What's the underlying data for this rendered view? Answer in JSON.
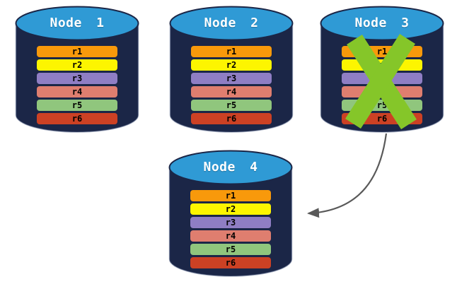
{
  "colors": {
    "cylinder_body": "#1B2647",
    "cylinder_top": "#2F9AD5",
    "x_mark": "#85C629",
    "arrow": "#595959"
  },
  "nodes": [
    {
      "label": "Node 1",
      "rows": [
        {
          "label": "r1",
          "color": "#F8990B"
        },
        {
          "label": "r2",
          "color": "#FDF500"
        },
        {
          "label": "r3",
          "color": "#8F7EC4"
        },
        {
          "label": "r4",
          "color": "#DF7E6F"
        },
        {
          "label": "r5",
          "color": "#90C67D"
        },
        {
          "label": "r6",
          "color": "#CC4124"
        }
      ]
    },
    {
      "label": "Node 2",
      "rows": [
        {
          "label": "r1",
          "color": "#F8990B"
        },
        {
          "label": "r2",
          "color": "#FDF500"
        },
        {
          "label": "r3",
          "color": "#8F7EC4"
        },
        {
          "label": "r4",
          "color": "#DF7E6F"
        },
        {
          "label": "r5",
          "color": "#90C67D"
        },
        {
          "label": "r6",
          "color": "#CC4124"
        }
      ]
    },
    {
      "label": "Node 3",
      "failed_x_mark": true,
      "rows": [
        {
          "label": "r1",
          "color": "#F8990B"
        },
        {
          "label": "r2",
          "color": "#FDF500"
        },
        {
          "label": "r3",
          "color": "#8F7EC4"
        },
        {
          "label": "r4",
          "color": "#DF7E6F"
        },
        {
          "label": "r5",
          "color": "#90C67D"
        },
        {
          "label": "r6",
          "color": "#CC4124"
        }
      ]
    },
    {
      "label": "Node 4",
      "rows": [
        {
          "label": "r1",
          "color": "#F8990B"
        },
        {
          "label": "r2",
          "color": "#FDF500"
        },
        {
          "label": "r3",
          "color": "#8F7EC4"
        },
        {
          "label": "r4",
          "color": "#DF7E6F"
        },
        {
          "label": "r5",
          "color": "#90C67D"
        },
        {
          "label": "r6",
          "color": "#CC4124"
        }
      ]
    }
  ]
}
